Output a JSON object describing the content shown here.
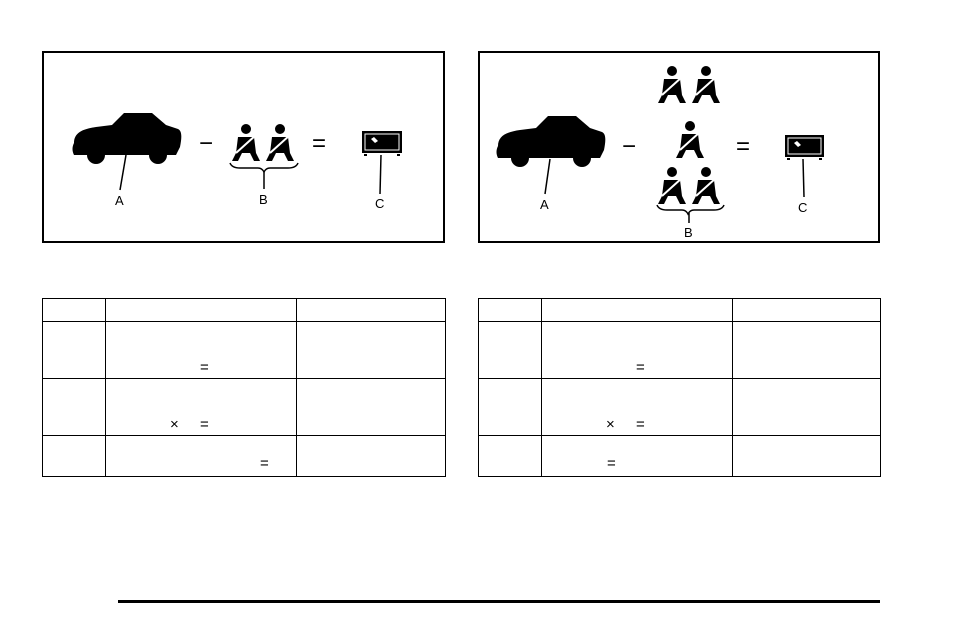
{
  "figure1": {
    "operators": {
      "minus": "−",
      "equals": "="
    },
    "labels": {
      "a": "A",
      "b": "B",
      "c": "C"
    },
    "icons": [
      "car-icon",
      "seatbelt-passenger-icon",
      "seatbelt-passenger-icon",
      "cargo-box-icon"
    ]
  },
  "figure2": {
    "operators": {
      "minus": "−",
      "equals": "="
    },
    "labels": {
      "a": "A",
      "b": "B",
      "c": "C"
    },
    "icons": [
      "car-icon",
      "seatbelt-passenger-icon",
      "seatbelt-passenger-icon",
      "seatbelt-passenger-icon",
      "seatbelt-passenger-icon",
      "seatbelt-passenger-icon",
      "cargo-box-icon"
    ]
  },
  "table1": {
    "rows": [
      {
        "symbols": [
          "="
        ]
      },
      {
        "symbols": [
          "×",
          "="
        ]
      },
      {
        "symbols": [
          "="
        ]
      }
    ]
  },
  "table2": {
    "rows": [
      {
        "symbols": [
          "="
        ]
      },
      {
        "symbols": [
          "×",
          "="
        ]
      },
      {
        "symbols": [
          "="
        ]
      }
    ]
  }
}
